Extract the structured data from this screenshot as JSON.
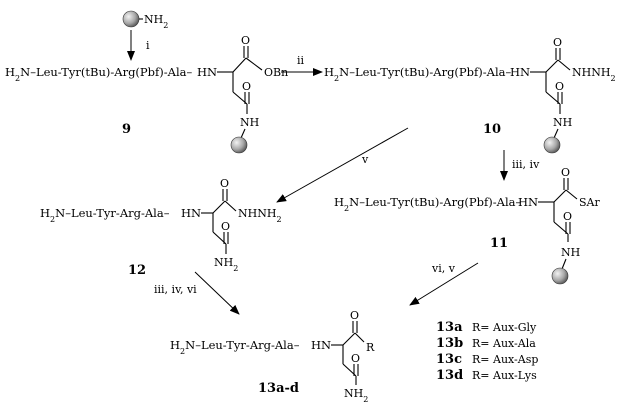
{
  "steps": {
    "i": "i",
    "ii": "ii",
    "iii_iv": "iii, iv",
    "v": "v",
    "vi_v": "vi, v",
    "iii_iv_vi": "iii, iv, vi"
  },
  "resin": {
    "amine": "NH",
    "amine_sub": "2"
  },
  "compounds": {
    "c9": {
      "number": "9",
      "chain": "Leu-Tyr(tBu)-Arg(Pbf)-Ala",
      "terminus": "OBn"
    },
    "c10": {
      "number": "10",
      "chain": "Leu-Tyr(tBu)-Arg(Pbf)-Ala",
      "terminus": "NHNH"
    },
    "c11": {
      "number": "11",
      "chain": "Leu-Tyr(tBu)-Arg(Pbf)-Ala",
      "terminus": "SAr"
    },
    "c12": {
      "number": "12",
      "chain": "Leu-Tyr-Arg-Ala",
      "terminus": "NHNH"
    },
    "c13": {
      "number": "13a-d",
      "chain": "Leu-Tyr-Arg-Ala",
      "terminus": "R"
    }
  },
  "atoms": {
    "H": "H",
    "N": "N",
    "sub2": "2",
    "HN": "HN",
    "O": "O",
    "NH": "NH"
  },
  "variants": [
    {
      "id": "13a",
      "def": "R= Aux-Gly"
    },
    {
      "id": "13b",
      "def": "R= Aux-Ala"
    },
    {
      "id": "13c",
      "def": "R= Aux-Asp"
    },
    {
      "id": "13d",
      "def": "R= Aux-Lys"
    }
  ]
}
